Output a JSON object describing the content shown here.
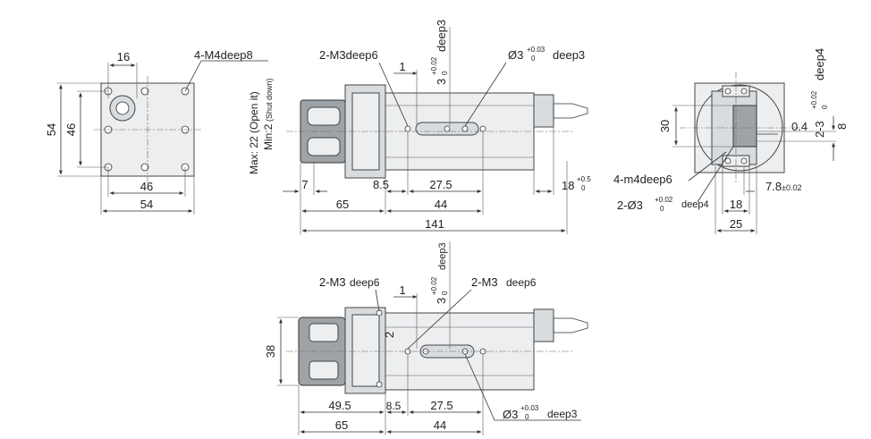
{
  "front_view": {
    "dim_16": "16",
    "dim_54_vertical": "54",
    "dim_46_vertical": "46",
    "dim_46_horizontal": "46",
    "dim_54_horizontal": "54",
    "tap_note": "4-M4deep8"
  },
  "side_view": {
    "stroke_label": "Max: 22 (Open it)",
    "min_label": "Min:2",
    "min_sub": "(Shut down)",
    "tap_note": "2-M3deep6",
    "dim_1": "1",
    "pin_base": "3",
    "pin_tol_upper": "+0.02",
    "pin_tol_lower": "0",
    "pin_deep": "deep3",
    "dia_note": "Ø3",
    "dia_tol_upper": "+0.03",
    "dia_tol_lower": "0",
    "dia_deep": "deep3",
    "dim_7": "7",
    "dim_8_5": "8.5",
    "dim_27_5": "27.5",
    "dim_65": "65",
    "dim_44": "44",
    "dim_141": "141",
    "dim_18": "18",
    "dim_18_tol_upper": "+0.5",
    "dim_18_tol_lower": "0"
  },
  "end_view": {
    "deep_note": "deep4",
    "slot_base": "2-3",
    "slot_tol_upper": "+0.02",
    "slot_tol_lower": "0",
    "dim_0_4": "0.4",
    "dim_8": "8",
    "dim_30": "30",
    "tap_note": "4-m4deep6",
    "dia_note": "2-Ø3",
    "dia_tol_upper": "+0.02",
    "dia_tol_lower": "0",
    "dia_deep": "deep4",
    "dim_7_8": "7.8",
    "dim_7_8_tol": "±0.02",
    "dim_18": "18",
    "dim_25": "25"
  },
  "top_view": {
    "tap_note_left": "2-M3",
    "tap_note_left_deep": "deep6",
    "tap_note_right": "2-M3",
    "tap_note_right_deep": "deep6",
    "dim_1": "1",
    "pin_base": "3",
    "pin_tol_upper": "+0.02",
    "pin_tol_lower": "0",
    "pin_deep": "deep3",
    "dim_2": "2",
    "dim_38": "38",
    "dim_49_5": "49.5",
    "dim_8_5": "8.5",
    "dim_27_5": "27.5",
    "dim_44": "44",
    "dim_65": "65",
    "dia_note": "Ø3",
    "dia_tol_upper": "+0.03",
    "dia_tol_lower": "0",
    "dia_deep": "deep3"
  }
}
